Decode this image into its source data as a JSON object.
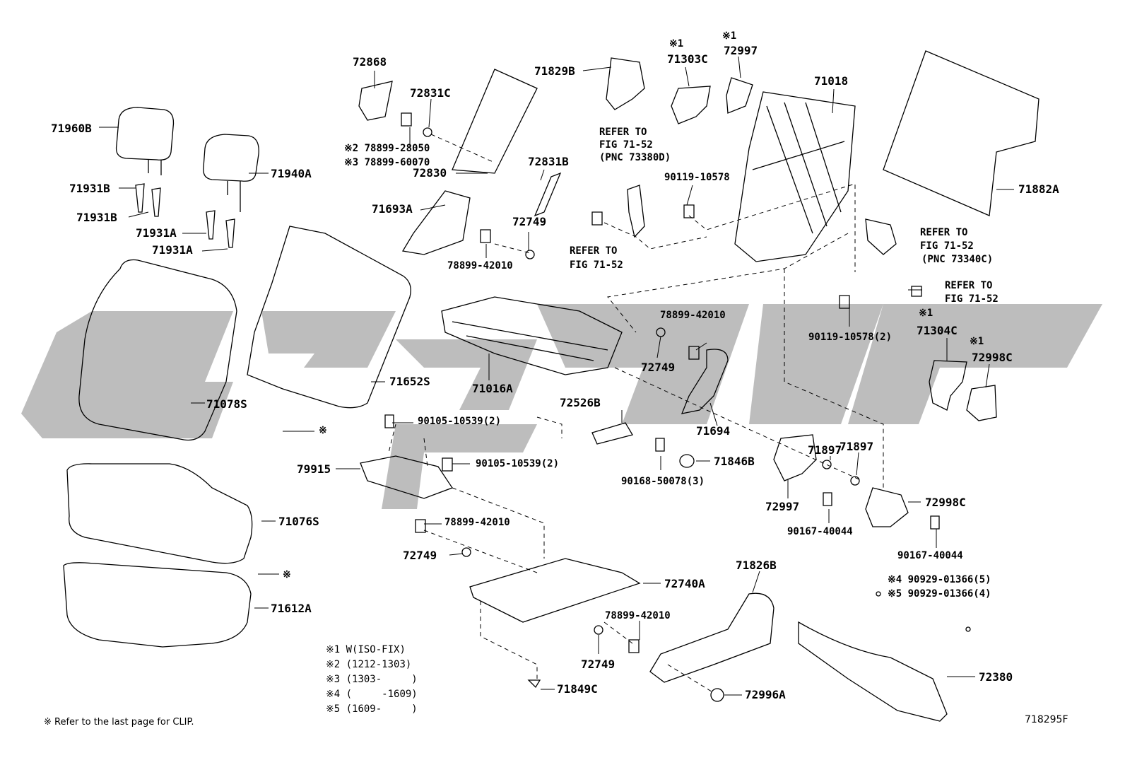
{
  "labels": [
    "71960B",
    "71931B",
    "71931B",
    "71931A",
    "71931A",
    "71940A",
    "72868",
    "72831C",
    "※2 78899-28050",
    "※3 78899-60070",
    "72830",
    "72831B",
    "71693A",
    "72749",
    "78899-42010",
    "71829B",
    "※1",
    "71303C",
    "※1",
    "72997",
    "71018",
    "REFER TO",
    "FIG 71-52",
    "(PNC 73380D)",
    "90119-10578",
    "71882A",
    "REFER TO",
    "FIG 71-52",
    "REFER TO",
    "FIG 71-52",
    "(PNC 73340C)",
    "REFER TO",
    "FIG 71-52",
    "90119-10578(2)",
    "※1",
    "71304C",
    "※1",
    "72998C",
    "78899-42010",
    "72749",
    "71016A",
    "71652S",
    "71078S",
    "72526B",
    "71694",
    "90105-10539(2)",
    "90105-10539(2)",
    "79915",
    "71846B",
    "90168-50078(3)",
    "71897",
    "71897",
    "72997",
    "72998C",
    "90167-40044",
    "90167-40044",
    "71076S",
    "78899-42010",
    "72749",
    "71826B",
    "72740A",
    "71612A",
    "78899-42010",
    "72749",
    "71849C",
    "72996A",
    "※4 90929-01366(5)",
    "※5 90929-01366(4)",
    "72380",
    "※",
    "※"
  ],
  "footnotes": [
    "※1 W(ISO-FIX)",
    "※2 (1212-1303)",
    "※3 (1303-     )",
    "※4 (     -1609)",
    "※5 (1609-     )"
  ],
  "note": "※   Refer to the last page for CLIP.",
  "figure_id": "718295F"
}
